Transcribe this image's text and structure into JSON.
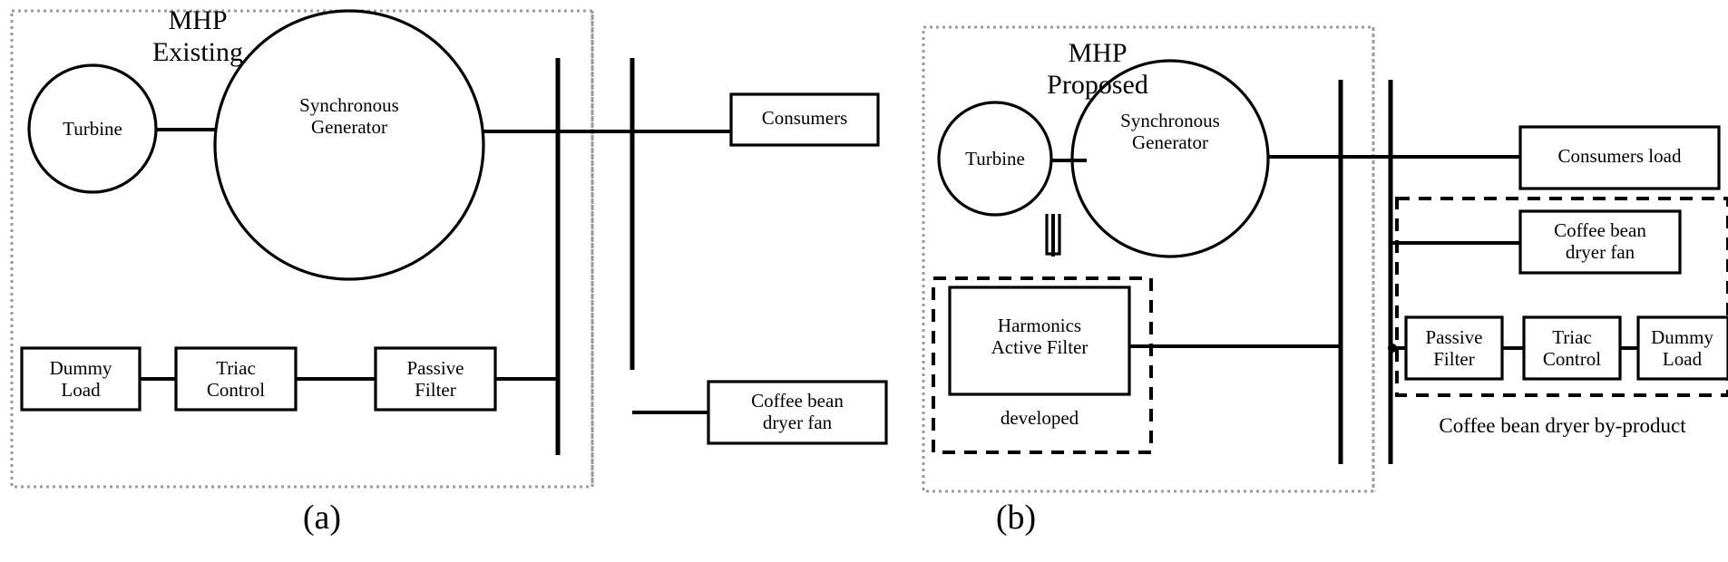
{
  "figure": {
    "type": "single-line-electrical-diagram",
    "panels": [
      {
        "caption": "(a)",
        "title": "MHP\nExisting",
        "outer_border_style": "dotted",
        "nodes": {
          "turbine": "Turbine",
          "generator": "Synchronous\nGenerator",
          "dummy_load": "Dummy\nLoad",
          "triac_control": "Triac\nControl",
          "passive_filter": "Passive\nFilter",
          "consumers": "Consumers",
          "dryer_fan": "Coffee bean\ndryer fan"
        }
      },
      {
        "caption": "(b)",
        "title": "MHP\nProposed",
        "outer_border_style": "dotted",
        "nodes": {
          "turbine": "Turbine",
          "generator": "Synchronous\nGenerator",
          "harmonics_filter": "Harmonics\nActive Filter",
          "developed_label": "developed",
          "consumers_load": "Consumers load",
          "dryer_fan": "Coffee bean\ndryer fan",
          "passive_filter": "Passive\nFilter",
          "triac_control": "Triac\nControl",
          "dummy_load": "Dummy\nLoad",
          "byproduct_label": "Coffee bean dryer by-product"
        }
      }
    ]
  },
  "colors": {
    "line": "#000000",
    "background": "#ffffff",
    "dotted_border": "#999999",
    "dashed_border": "#000000"
  }
}
